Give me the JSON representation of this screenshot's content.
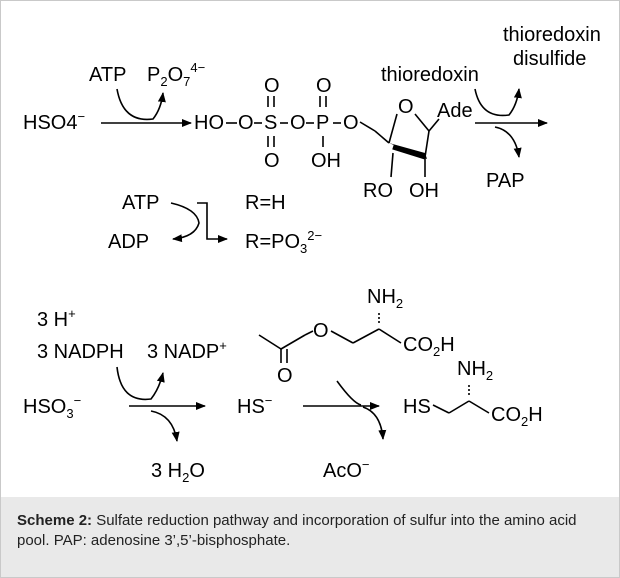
{
  "reaction1": {
    "reactant": "HSO4",
    "reactant_sub": "4",
    "reactant_charge": "−",
    "co_in": "ATP",
    "co_out_main": "P2O7",
    "co_out_sub1": "2",
    "co_out_sub2": "7",
    "co_out_charge": "4−"
  },
  "aps_structure": {
    "ho": "HO",
    "s": "S",
    "p": "P",
    "oh": "OH",
    "o": "O",
    "ade": "Ade",
    "ro": "RO",
    "oh2": "OH"
  },
  "reaction2": {
    "reductant": "thioredoxin",
    "product_line1": "thioredoxin",
    "product_line2": "disulfide",
    "leaving": "PAP"
  },
  "r_switch": {
    "atp": "ATP",
    "adp": "ADP",
    "r_h": "R=H",
    "r_po3": "R=PO",
    "r_po3_sub": "3",
    "r_po3_charge": "2−"
  },
  "reaction3": {
    "h_plus": "3 H",
    "h_charge": "+",
    "nadph": "3 NADPH",
    "nadp": "3 NADP",
    "nadp_charge": "+",
    "reactant": "HSO",
    "reactant_sub": "3",
    "reactant_charge": "−",
    "water": "3 H",
    "water_sub": "2",
    "water_o": "O",
    "product": "HS",
    "product_charge": "−"
  },
  "reaction4": {
    "oas_nh2": "NH",
    "oas_nh2_sub": "2",
    "oas_co2h": "CO",
    "oas_co2h_sub": "2",
    "oas_co2h_h": "H",
    "oas_o": "O",
    "oas_carbonyl_o": "O",
    "leaving": "AcO",
    "leaving_charge": "−",
    "cys_hs": "HS",
    "cys_nh2": "NH",
    "cys_nh2_sub": "2",
    "cys_co2h": "CO",
    "cys_co2h_sub": "2",
    "cys_co2h_h": "H"
  },
  "caption": {
    "label": "Scheme 2:",
    "text": " Sulfate reduction pathway and incorporation of sulfur into the amino acid pool. PAP: adenosine 3’,5’-bisphosphate."
  }
}
